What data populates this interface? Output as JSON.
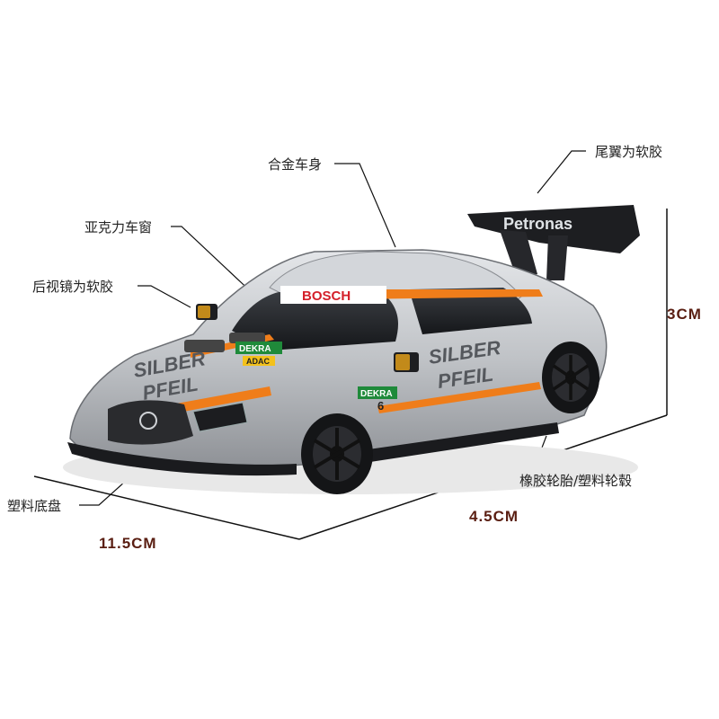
{
  "callouts": {
    "body": "合金车身",
    "spoiler": "尾翼为软胶",
    "window": "亚克力车窗",
    "mirror": "后视镜为软胶",
    "chassis": "塑料底盘",
    "wheels": "橡胶轮胎/塑料轮毂"
  },
  "dimensions": {
    "height": "3CM",
    "width": "4.5CM",
    "length": "11.5CM"
  },
  "car_livery": {
    "sponsor_main": "BOSCH",
    "side_text_1": "SILBER",
    "side_text_2": "PFEIL",
    "badge_dekra": "DEKRA",
    "badge_adac": "ADAC",
    "race_number": "6",
    "spoiler_text": "Petronas"
  },
  "colors": {
    "body_silver": "#bfc2c6",
    "accent_orange": "#ef7d1a",
    "dim_text": "#5a1e12",
    "dekra_green": "#1f8a3a"
  }
}
